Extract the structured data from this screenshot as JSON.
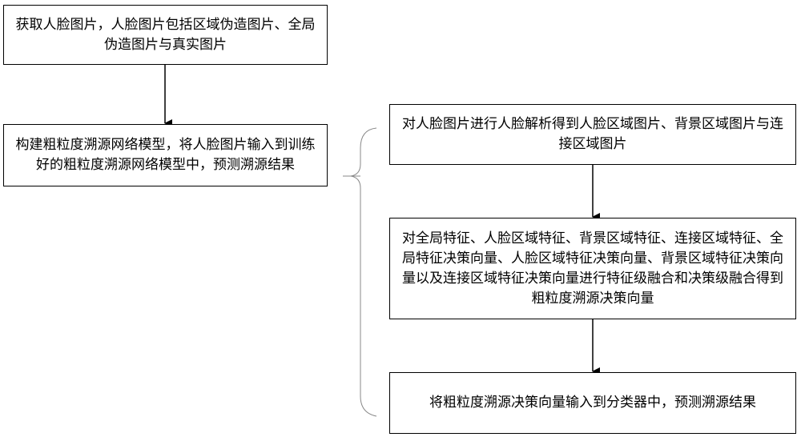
{
  "steps": {
    "acquire": "获取人脸图片，人脸图片包括区域伪造图片、全局伪造图片与真实图片",
    "build": "构建粗粒度溯源网络模型，将人脸图片输入到训练好的粗粒度溯源网络模型中，预测溯源结果",
    "parse": "对人脸图片进行人脸解析得到人脸区域图片、背景区域图片与连接区域图片",
    "fuse": "对全局特征、人脸区域特征、背景区域特征、连接区域特征、全局特征决策向量、人脸区域特征决策向量、背景区域特征决策向量以及连接区域特征决策向量进行特征级融合和决策级融合得到粗粒度溯源决策向量",
    "classify": "将粗粒度溯源决策向量输入到分类器中，预测溯源结果"
  }
}
